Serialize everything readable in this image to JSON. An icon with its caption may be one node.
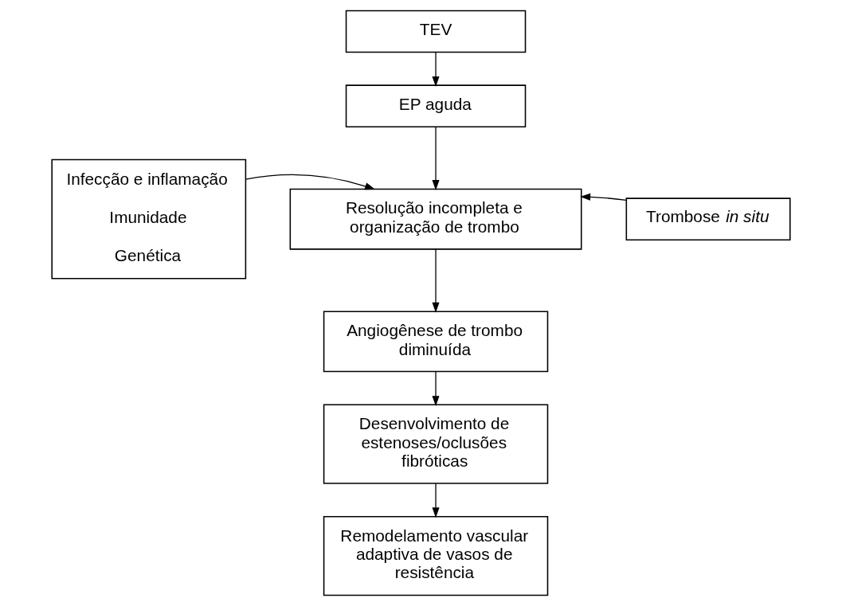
{
  "diagram": {
    "nodes": [
      {
        "text": [
          "TEV"
        ]
      },
      {
        "text": [
          "EP aguda"
        ]
      },
      {
        "text": [
          "Infecção e inflamação",
          "Imunidade",
          "Genética"
        ]
      },
      {
        "text": [
          "Resolução incompleta e organização de trombo"
        ]
      },
      {
        "text": [
          "Trombose *in situ*"
        ]
      },
      {
        "text": [
          "Angiogênese de trombo diminuída"
        ]
      },
      {
        "text": [
          "Desenvolvimento de estenoses/oclusões fibróticas"
        ]
      },
      {
        "text": [
          "Remodelamento vascular adaptiva de vasos de resistência"
        ]
      }
    ],
    "edges": [
      {
        "from": 0,
        "to": 1,
        "arrow": "to"
      },
      {
        "from": 1,
        "to": 3,
        "arrow": "to"
      },
      {
        "from": 2,
        "to": 3,
        "arrow": "to"
      },
      {
        "from": 4,
        "to": 3,
        "arrow": "to"
      },
      {
        "from": 3,
        "to": 5,
        "arrow": "to"
      },
      {
        "from": 5,
        "to": 6,
        "arrow": "to"
      },
      {
        "from": 6,
        "to": 7,
        "arrow": "to"
      }
    ]
  }
}
